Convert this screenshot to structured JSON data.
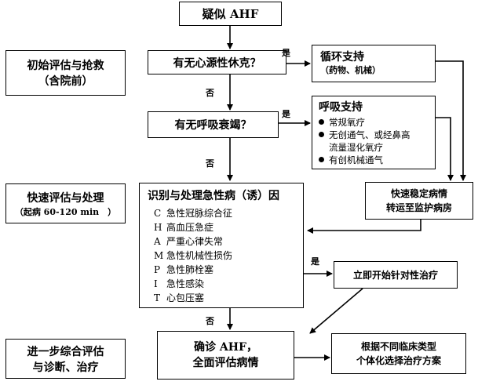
{
  "start": "疑似 AHF",
  "stages": {
    "initial": "初始评估与抢救（含院前）",
    "initial_line1": "初始评估与抢救",
    "initial_line2": "（含院前）",
    "rapid_line1": "快速评估与处理",
    "rapid_line2": "（起病 60-120 min　）",
    "further_line1": "进一步综合评估",
    "further_line2": "与诊断、治疗"
  },
  "q_shock": "有无心源性休克？",
  "q_resp": "有无呼吸衰竭？",
  "circ_support": {
    "title": "循环支持",
    "sub": "（药物、机械）"
  },
  "resp_support": {
    "title": "呼吸支持",
    "items": [
      "常规氧疗",
      "无创通气、或经鼻高流量湿化氧疗",
      "有创机械通气"
    ],
    "item2_line1": "无创通气、或经鼻高",
    "item2_line2": "流量湿化氧疗"
  },
  "stabilize": {
    "line1": "快速稳定病情",
    "line2": "转运至监护病房"
  },
  "causes": {
    "title": "识别与处理急性病（诱）因",
    "items": [
      {
        "key": "C",
        "label": "急性冠脉综合征"
      },
      {
        "key": "H",
        "label": "高血压急症"
      },
      {
        "key": "A",
        "label": "严重心律失常"
      },
      {
        "key": "M",
        "label": "急性机械性损伤"
      },
      {
        "key": "P",
        "label": "急性肺栓塞"
      },
      {
        "key": "I",
        "label": "急性感染"
      },
      {
        "key": "T",
        "label": "心包压塞"
      }
    ]
  },
  "targeted": "立即开始针对性治疗",
  "confirm": {
    "line1": "确诊 AHF，",
    "line2": "全面评估病情"
  },
  "individual": {
    "line1": "根据不同临床类型",
    "line2": "个体化选择治疗方案"
  },
  "labels": {
    "yes": "是",
    "no": "否"
  }
}
